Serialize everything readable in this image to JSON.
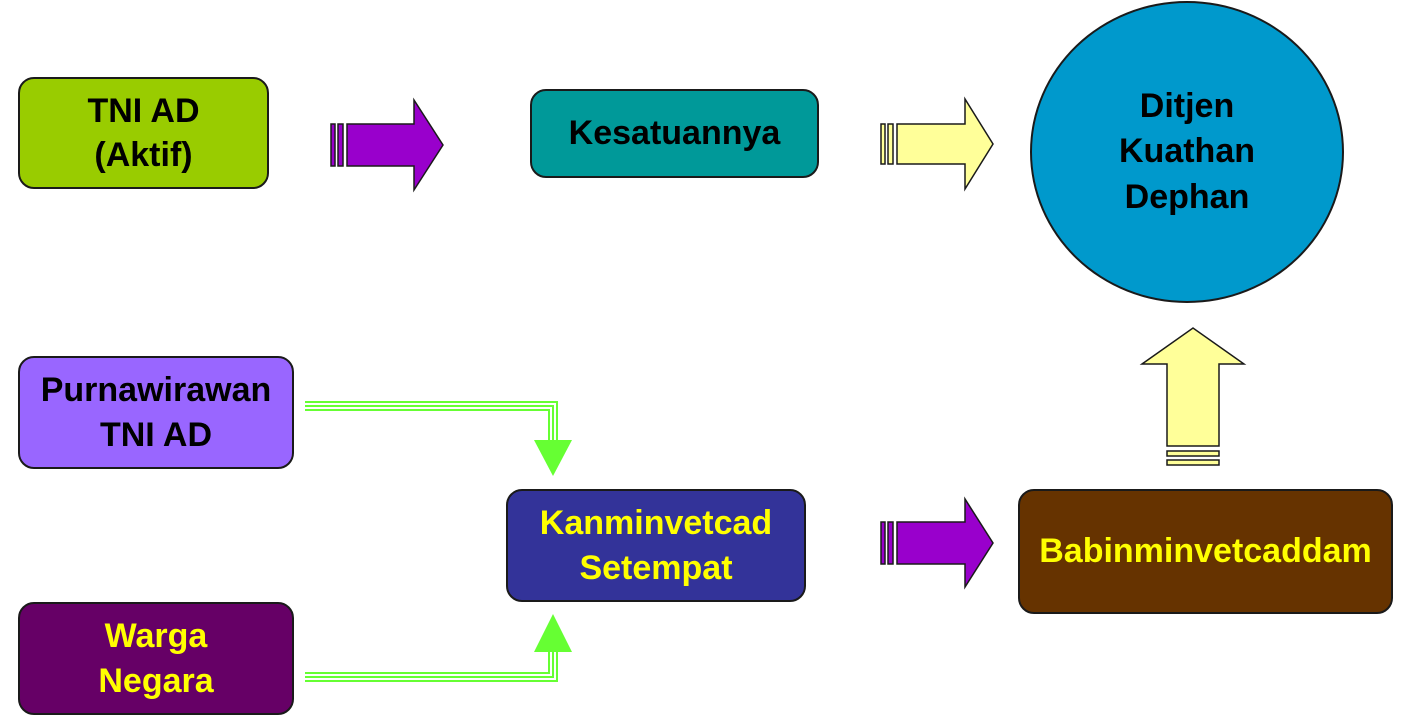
{
  "nodes": {
    "tni_ad_aktif": {
      "label": "TNI AD\n (Aktif)",
      "fill": "#99CC00",
      "text_color": "#000000"
    },
    "kesatuannya": {
      "label": "Kesatuannya",
      "fill": "#009999",
      "text_color": "#000000"
    },
    "ditjen_kuathan": {
      "label": "Ditjen\nKuathan\n Dephan",
      "fill": "#0099CC",
      "text_color": "#000000"
    },
    "purnawirawan": {
      "label": "Purnawirawan\nTNI AD",
      "fill": "#9966FF",
      "text_color": "#000000"
    },
    "warga_negara": {
      "label": "Warga\nNegara",
      "fill": "#660066",
      "text_color": "#FFFF00"
    },
    "kanminvetcad": {
      "label": "Kanminvetcad\nSetempat",
      "fill": "#333399",
      "text_color": "#FFFF00"
    },
    "babinminvetcaddam": {
      "label": "Babinminvetcaddam",
      "fill": "#663300",
      "text_color": "#FFFF00"
    }
  },
  "colors": {
    "arrow_purple": "#9900CC",
    "arrow_yellow": "#FFFF99",
    "connector_green": "#66FF33",
    "outline": "#1a1a1a"
  }
}
